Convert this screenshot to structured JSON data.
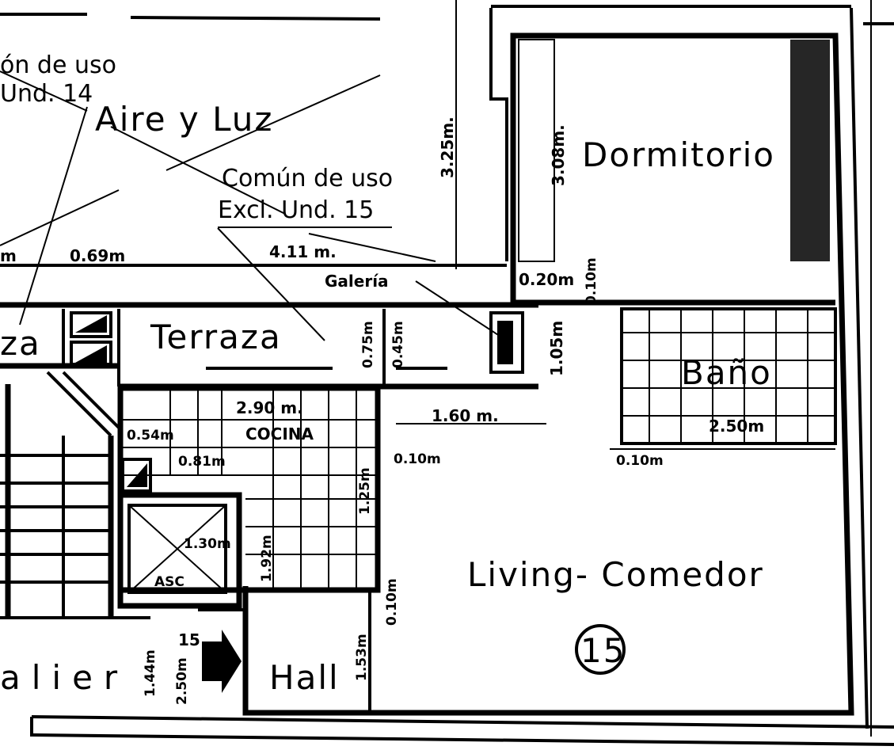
{
  "plan": {
    "unit_number": "15",
    "rooms": {
      "dormitorio": "Dormitorio",
      "bano": "Baño",
      "cocina": "COCINA",
      "living": "Living- Comedor",
      "hall": "Hall",
      "terraza": "Terraza",
      "terraza_left": "za",
      "galeria": "Galería",
      "palier": "alier",
      "asc": "ASC"
    },
    "annotations": {
      "comun_uso_14": "ón de uso",
      "und_14": "Und. 14",
      "aire_luz": "Aire y Luz",
      "comun_uso_15": "Común de uso",
      "excl_und_15": "Excl. Und. 15",
      "palier_unit": "15"
    },
    "dimensions": {
      "d325": "3.25m.",
      "d411": "4.11 m.",
      "d069": "0.69m",
      "dm": "m",
      "d020": "0.20m",
      "d010_dorm": "0.10m",
      "d308": "3.08m.",
      "d105": "1.05m",
      "d075": "0.75m",
      "d045": "0.45m",
      "d290": "2.90 m.",
      "d054": "0.54m",
      "d081": "0.81m",
      "d160": "1.60 m.",
      "d010_a": "0.10m",
      "d250_bano": "2.50m",
      "d010_bano": "0.10m",
      "d125": "1.25m",
      "d192": "1.92m",
      "d130": "1.30m",
      "d153": "1.53m",
      "d010_hall": "0.10m",
      "d144": "1.44m",
      "d250_hall": "2.50m"
    }
  }
}
